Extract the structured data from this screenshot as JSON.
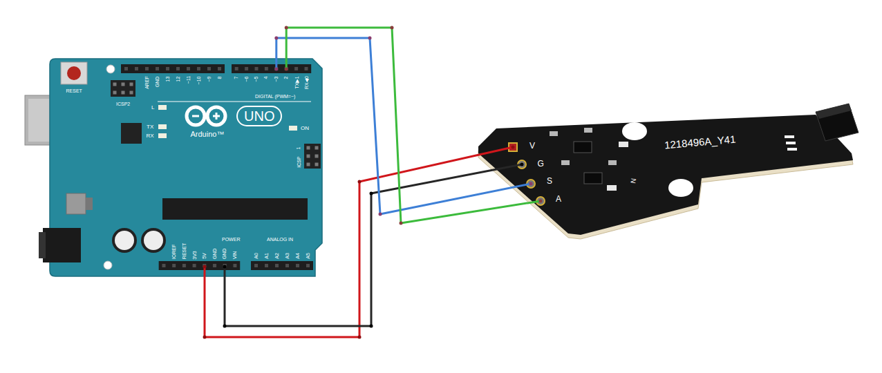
{
  "diagram": {
    "nodes": [
      {
        "text": [
          "UNO",
          "Arduino™"
        ]
      },
      {
        "text": [
          "1218496A_Y41"
        ]
      }
    ],
    "edges": [
      {
        "from": 0,
        "to": 1,
        "arrow": "none"
      },
      {
        "from": 0,
        "to": 1,
        "arrow": "none"
      },
      {
        "from": 0,
        "to": 1,
        "arrow": "none"
      },
      {
        "from": 0,
        "to": 1,
        "arrow": "none"
      }
    ],
    "labels": [
      "RESET",
      "ICSP2",
      "AREF",
      "GND",
      "13",
      "12",
      "~11",
      "~10",
      "~9",
      "8",
      "7",
      "~6",
      "~5",
      "4",
      "~3",
      "2",
      "TX▶1",
      "RX◀0",
      "DIGITAL (PWM=~)",
      "L",
      "TX",
      "RX",
      "ON",
      "1",
      "ICSP",
      "IOREF",
      "RESET",
      "3V3",
      "5V",
      "GND",
      "GND",
      "VIN",
      "POWER",
      "ANALOG IN",
      "A0",
      "A1",
      "A2",
      "A3",
      "A4",
      "A5",
      "V",
      "G",
      "S",
      "A",
      "N"
    ]
  }
}
